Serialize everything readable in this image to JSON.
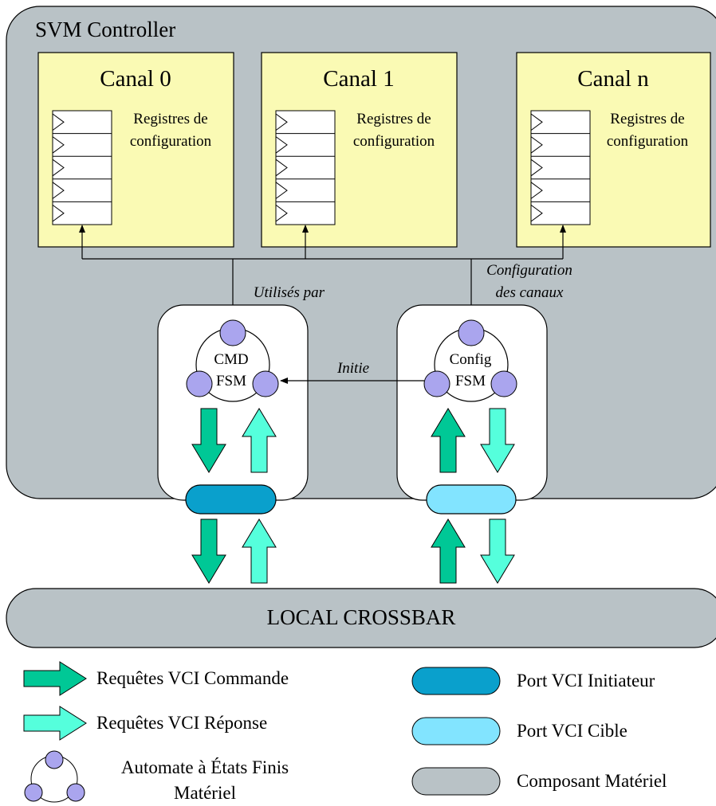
{
  "controller": {
    "title": "SVM Controller",
    "channels": [
      {
        "title": "Canal 0",
        "registers_line1": "Registres de",
        "registers_line2": "configuration"
      },
      {
        "title": "Canal 1",
        "registers_line1": "Registres de",
        "registers_line2": "configuration"
      },
      {
        "title": "Canal n",
        "registers_line1": "Registres de",
        "registers_line2": "configuration"
      }
    ],
    "labels": {
      "used_by": "Utilisés par",
      "config_line1": "Configuration",
      "config_line2": "des canaux",
      "initiates": "Initie"
    },
    "cmd_fsm": {
      "line1": "CMD",
      "line2": "FSM"
    },
    "config_fsm": {
      "line1": "Config",
      "line2": "FSM"
    }
  },
  "crossbar": {
    "label": "LOCAL CROSSBAR"
  },
  "legend": {
    "command_requests": "Requêtes VCI Commande",
    "response_requests": "Requêtes VCI Réponse",
    "fsm_line1": "Automate à États Finis",
    "fsm_line2": "Matériel",
    "initiator_port": "Port VCI Initiateur",
    "target_port": "Port VCI Cible",
    "hardware_component": "Composant Matériel"
  },
  "colors": {
    "component_gray": "#b9c2c6",
    "channel_yellow": "#fafab4",
    "command_arrow": "#00c896",
    "response_arrow": "#55ffdc",
    "initiator_port": "#0aa0cc",
    "target_port": "#82e4ff",
    "fsm_state": "#aaa5ee"
  }
}
